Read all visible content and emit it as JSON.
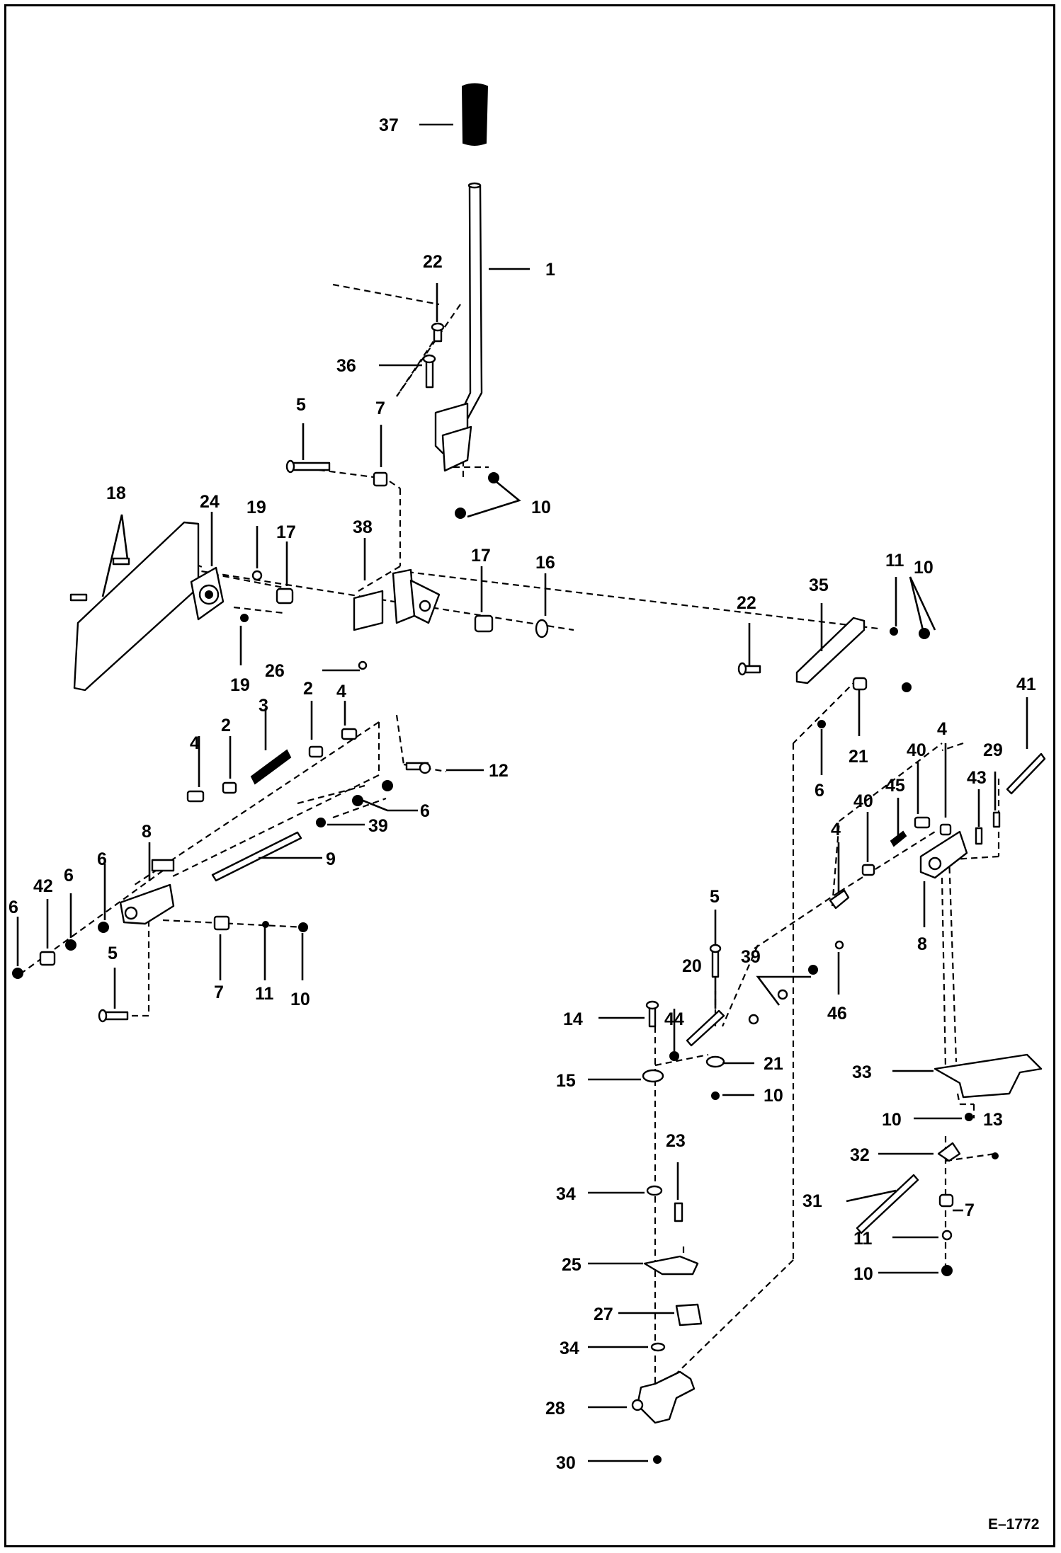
{
  "drawing_code": "E–1772",
  "callouts": {
    "c37": "37",
    "c1": "1",
    "c22a": "22",
    "c36": "36",
    "c5a": "5",
    "c7a": "7",
    "c10a": "10",
    "c18": "18",
    "c24": "24",
    "c19a": "19",
    "c17a": "17",
    "c38": "38",
    "c17b": "17",
    "c16": "16",
    "c19b": "19",
    "c26": "26",
    "c2a": "2",
    "c4a": "4",
    "c3": "3",
    "c4b": "4",
    "c2b": "2",
    "c12": "12",
    "c6a": "6",
    "c39a": "39",
    "c8a": "8",
    "c9": "9",
    "c6b": "6",
    "c42": "42",
    "c6c": "6",
    "c6d": "6",
    "c5b": "5",
    "c7b": "7",
    "c11a": "11",
    "c10b": "10",
    "c22b": "22",
    "c35": "35",
    "c11b": "11",
    "c10c": "10",
    "c21a": "21",
    "c6e": "6",
    "c41": "41",
    "c4c": "4",
    "c40a": "40",
    "c29": "29",
    "c43": "43",
    "c40b": "40",
    "c45": "45",
    "c4d": "4",
    "c8b": "8",
    "c5c": "5",
    "c20": "20",
    "c39b": "39",
    "c46": "46",
    "c14": "14",
    "c44": "44",
    "c21b": "21",
    "c15": "15",
    "c10d": "10",
    "c33": "33",
    "c10e": "10",
    "c13": "13",
    "c32": "32",
    "c23": "23",
    "c34a": "34",
    "c31": "31",
    "c7c": "7",
    "c11c": "11",
    "c10f": "10",
    "c25": "25",
    "c27": "27",
    "c34b": "34",
    "c28": "28",
    "c30": "30"
  },
  "colors": {
    "line": "#000000",
    "background": "#ffffff"
  }
}
